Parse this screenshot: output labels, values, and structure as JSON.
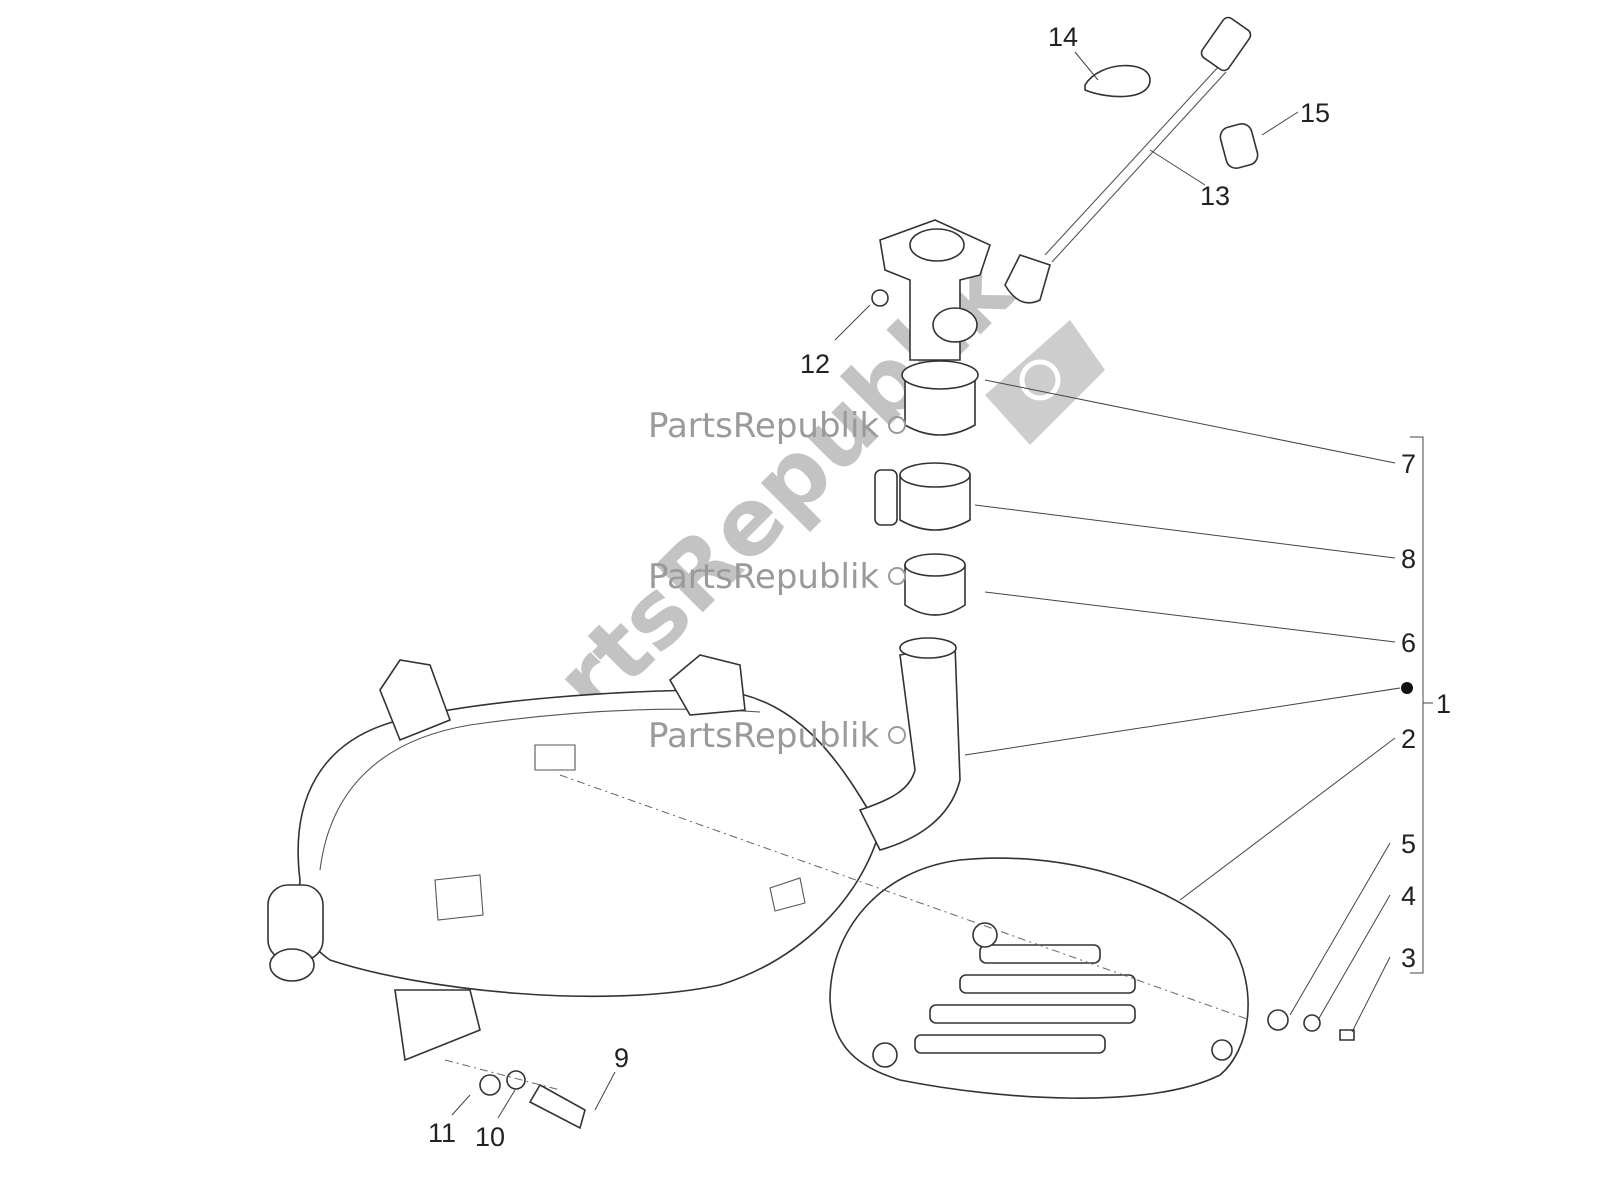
{
  "diagram": {
    "watermark": "PartsRepublik",
    "callouts": [
      "1",
      "2",
      "3",
      "4",
      "5",
      "6",
      "7",
      "8",
      "9",
      "10",
      "11",
      "12",
      "13",
      "14",
      "15"
    ]
  }
}
